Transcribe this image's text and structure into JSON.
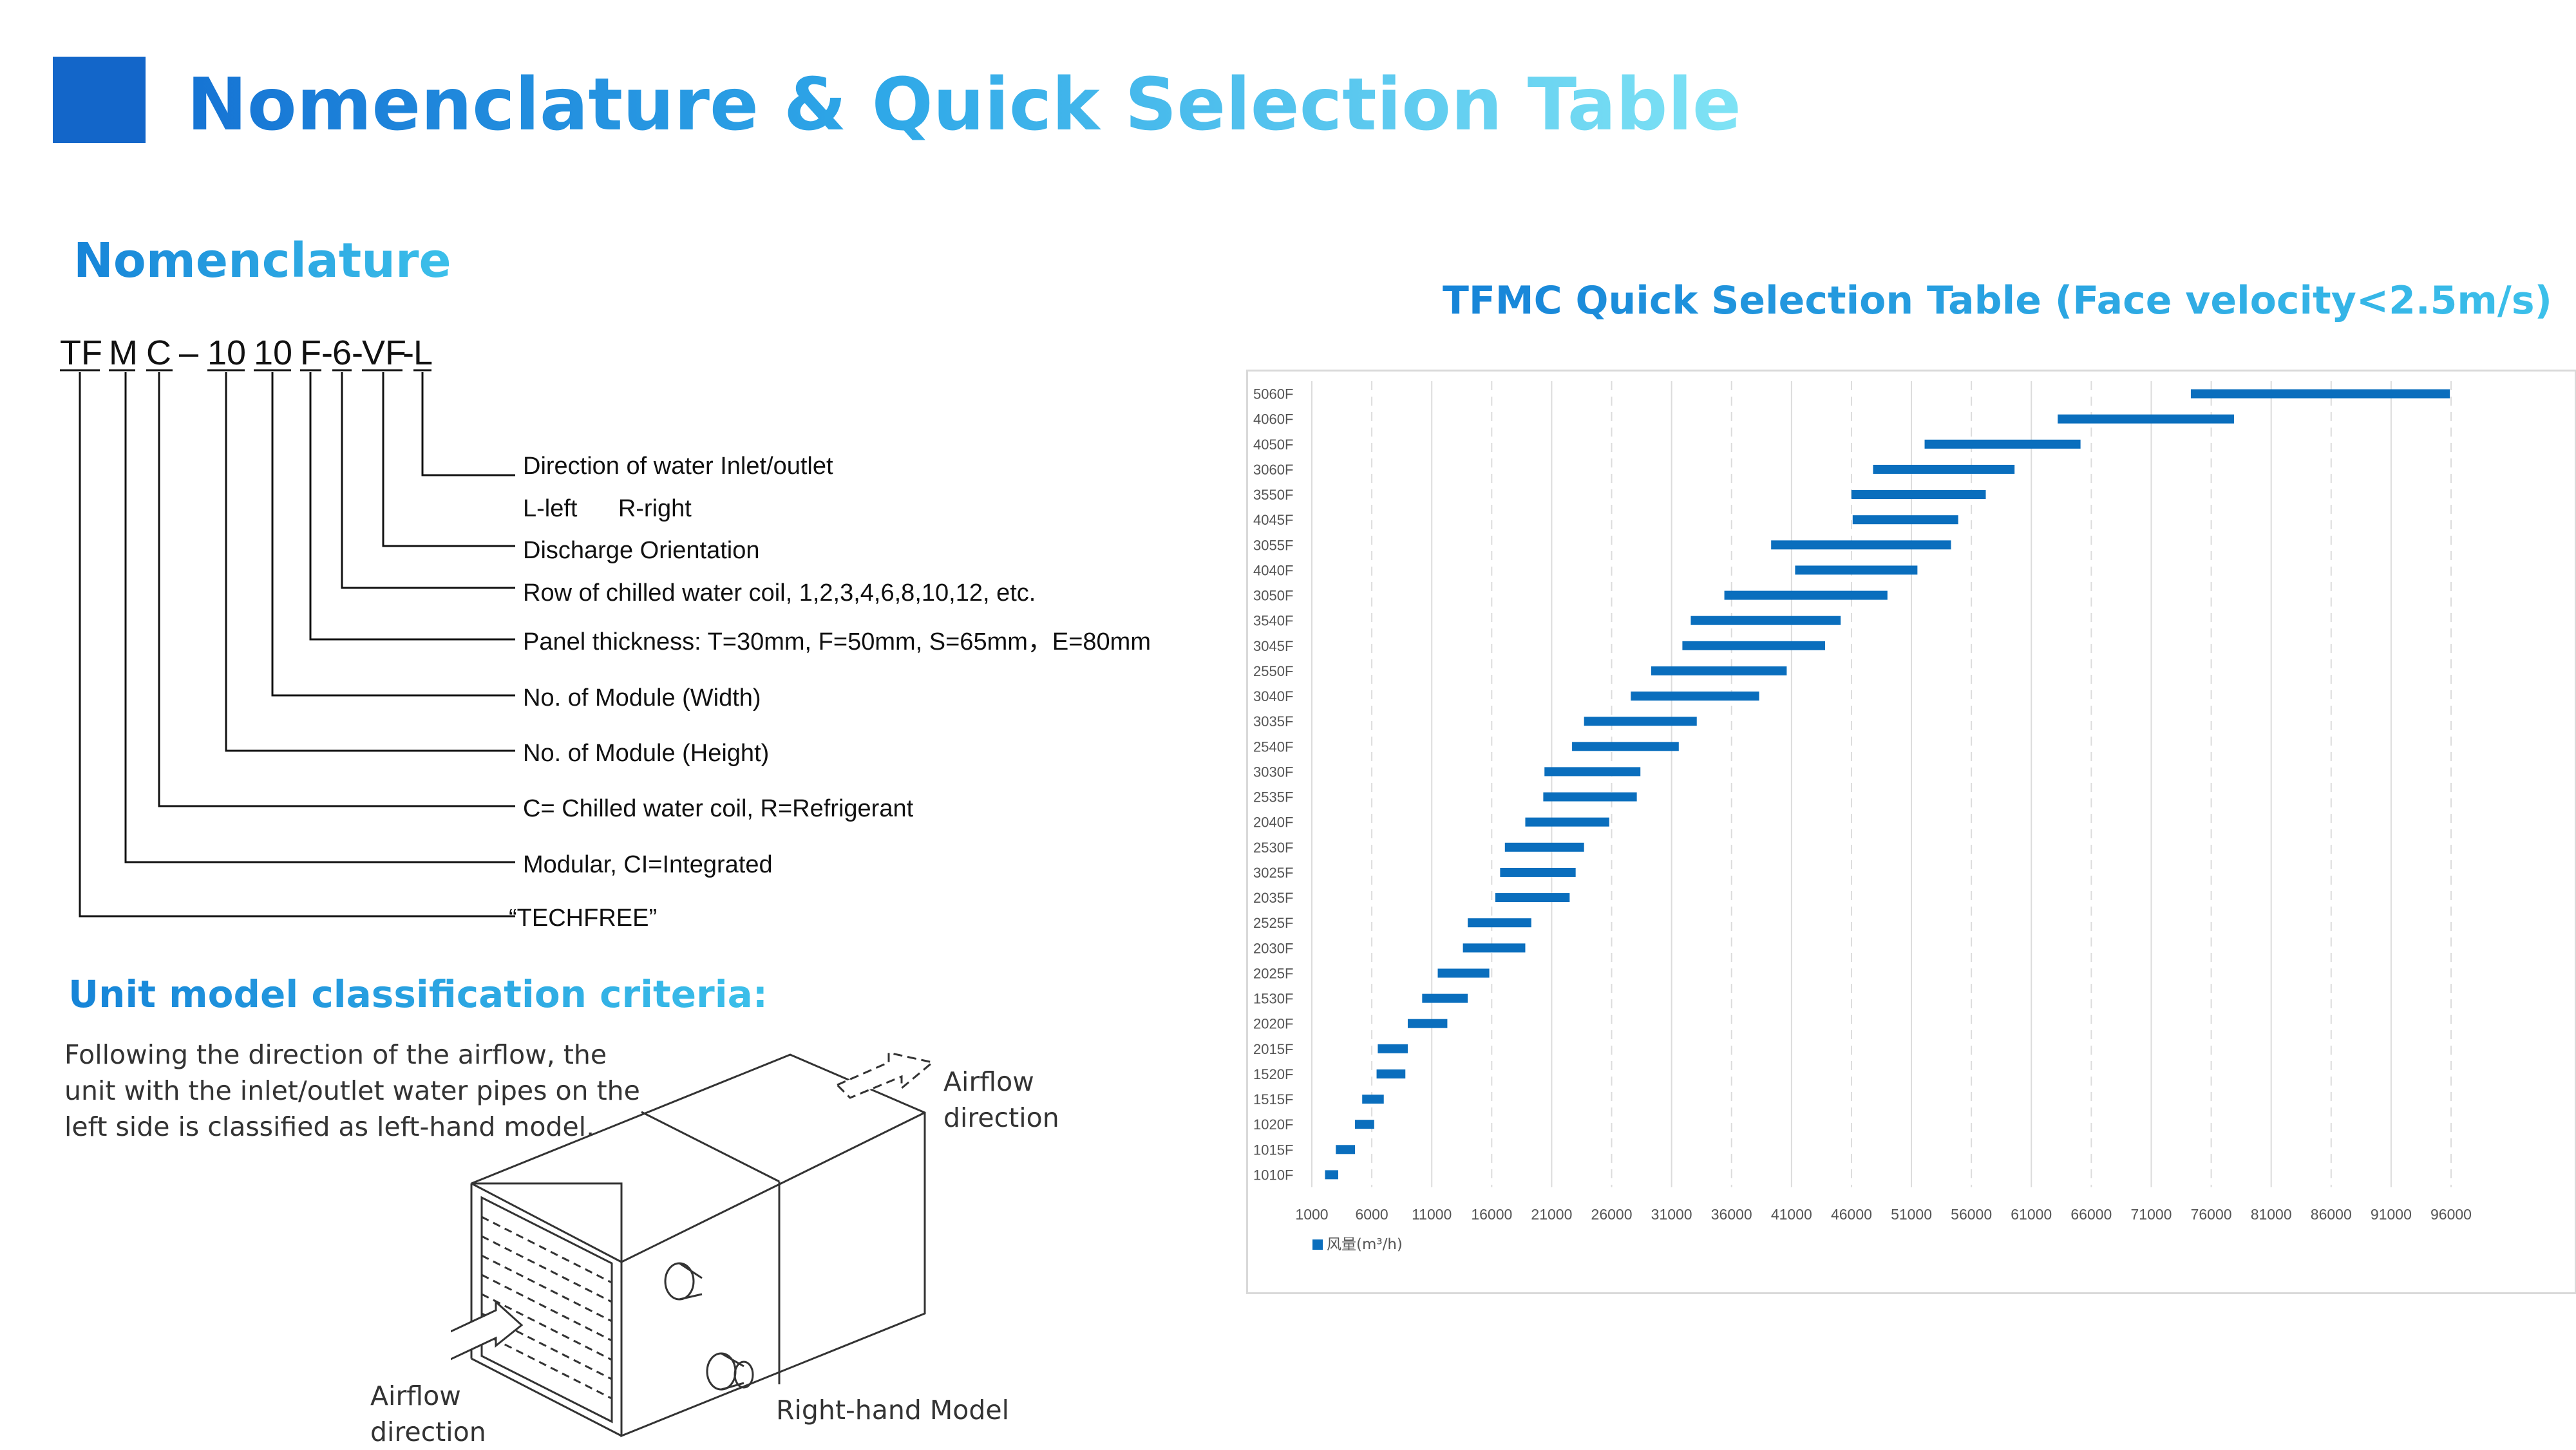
{
  "page": {
    "title": "Nomenclature & Quick Selection Table"
  },
  "nomenclature": {
    "heading": "Nomenclature",
    "code_segments": [
      "TF",
      "M",
      "C",
      "–",
      "10",
      "10",
      "F",
      "-",
      "6",
      "-",
      "VF",
      "-",
      "L"
    ],
    "descriptions": [
      "Direction of water Inlet/outlet",
      "L-left      R-right",
      "Discharge Orientation",
      "Row of chilled water coil, 1,2,3,4,6,8,10,12, etc.",
      "Panel thickness: T=30mm, F=50mm, S=65mm，E=80mm",
      "No. of Module (Width)",
      "No. of Module (Height)",
      "C= Chilled water coil, R=Refrigerant",
      "Modular, CI=Integrated",
      "“TECHFREE”"
    ]
  },
  "classification": {
    "heading": "Unit model classification criteria:",
    "text": "Following the direction of the airflow, the unit with the inlet/outlet water pipes on the left side is classified as left-hand model.",
    "airflow_label_top": "Airflow direction",
    "airflow_label_bottom": "Airflow direction",
    "right_hand_label": "Right-hand Model"
  },
  "chart_data": {
    "type": "bar",
    "orientation": "horizontal-range",
    "title": "TFMC Quick Selection Table (Face velocity<2.5m/s)",
    "legend": "风量(m³/h)",
    "legend_position": "bottom-left",
    "grid": true,
    "xlim": [
      1000,
      96000
    ],
    "x_ticks": [
      1000,
      6000,
      11000,
      16000,
      21000,
      26000,
      31000,
      36000,
      41000,
      46000,
      51000,
      56000,
      61000,
      66000,
      71000,
      76000,
      81000,
      86000,
      91000,
      96000
    ],
    "bar_color": "#0a6ebd",
    "categories": [
      "1010F",
      "1015F",
      "1020F",
      "1515F",
      "1520F",
      "2015F",
      "2020F",
      "1530F",
      "2025F",
      "2030F",
      "2525F",
      "2035F",
      "3025F",
      "2530F",
      "2040F",
      "2535F",
      "3030F",
      "2540F",
      "3035F",
      "3040F",
      "2550F",
      "3045F",
      "3540F",
      "3050F",
      "4040F",
      "3055F",
      "4045F",
      "3550F",
      "3060F",
      "4050F",
      "4060F",
      "5060F"
    ],
    "ranges": [
      [
        2100,
        3200
      ],
      [
        3000,
        4600
      ],
      [
        4600,
        6200
      ],
      [
        5200,
        7000
      ],
      [
        6400,
        8800
      ],
      [
        6500,
        9000
      ],
      [
        9000,
        12300
      ],
      [
        10200,
        14000
      ],
      [
        11500,
        15800
      ],
      [
        13600,
        18800
      ],
      [
        14000,
        19300
      ],
      [
        16300,
        22500
      ],
      [
        16700,
        23000
      ],
      [
        17100,
        23700
      ],
      [
        18800,
        25800
      ],
      [
        20300,
        28100
      ],
      [
        20400,
        28400
      ],
      [
        22700,
        31600
      ],
      [
        23700,
        33100
      ],
      [
        27600,
        38300
      ],
      [
        29300,
        40600
      ],
      [
        31900,
        43800
      ],
      [
        32600,
        45100
      ],
      [
        35400,
        49000
      ],
      [
        41300,
        51500
      ],
      [
        39300,
        54300
      ],
      [
        46100,
        54900
      ],
      [
        46000,
        57200
      ],
      [
        47800,
        59600
      ],
      [
        52100,
        65100
      ],
      [
        63200,
        77900
      ],
      [
        74300,
        95900
      ]
    ]
  }
}
